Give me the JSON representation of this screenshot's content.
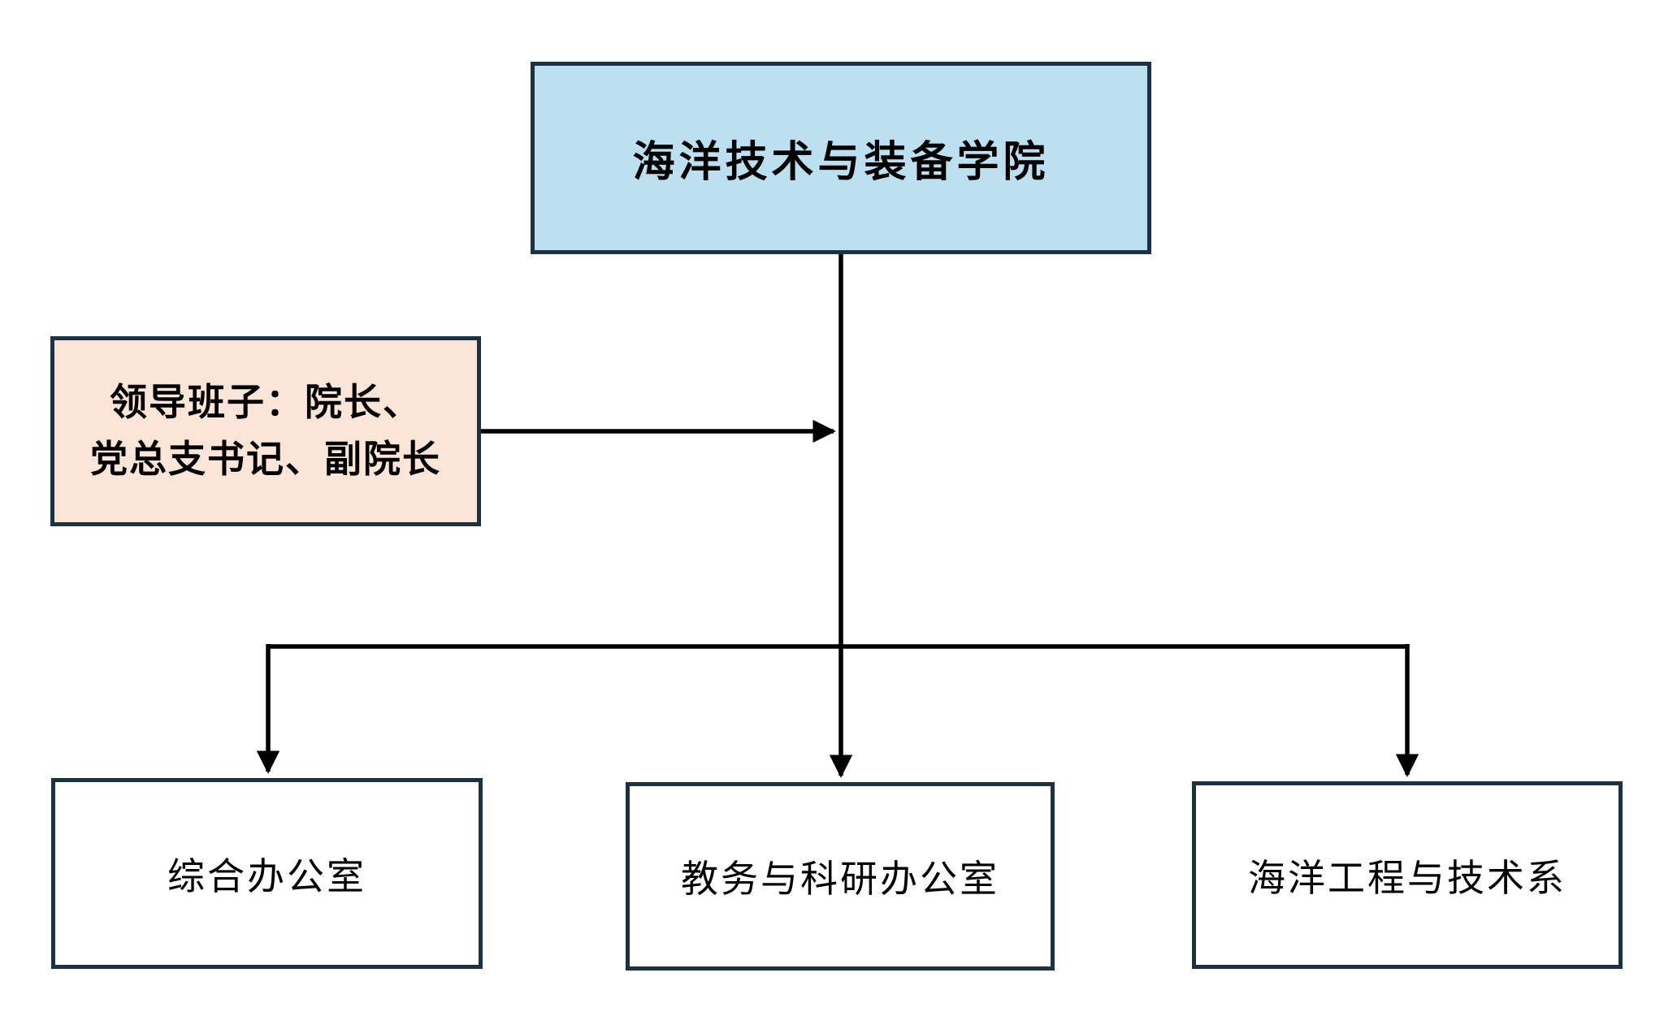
{
  "diagram": {
    "root_node": {
      "label": "海洋技术与装备学院",
      "fill": "#bde0f1"
    },
    "leadership_node": {
      "lines": [
        "领导班子：院长、",
        "党总支书记、副院长"
      ],
      "full_label": "领导班子：院长、党总支书记、副院长",
      "fill": "#fbe5d6"
    },
    "departments": [
      {
        "id": "general-office",
        "label": "综合办公室",
        "fill": "#ffffff"
      },
      {
        "id": "academic-research-office",
        "label": "教务与科研办公室",
        "fill": "#ffffff"
      },
      {
        "id": "marine-engineering-tech-dept",
        "label": "海洋工程与技术系",
        "fill": "#ffffff"
      }
    ],
    "colors": {
      "box_border": "#1c3144",
      "connector_line": "#000000",
      "background": "#ffffff",
      "text": "#000000"
    }
  }
}
